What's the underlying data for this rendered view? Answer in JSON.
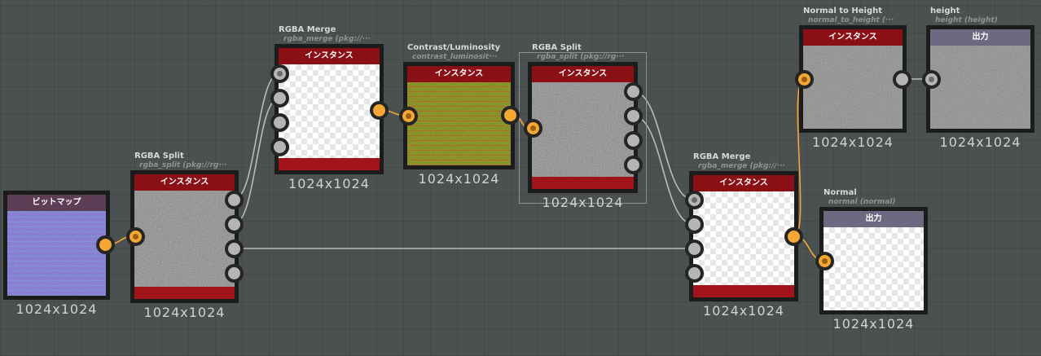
{
  "graph": {
    "nodes": [
      {
        "key": "bitmap",
        "header": "ビットマップ",
        "resolution": "1024x1024",
        "header_color": "#5e3d56",
        "texture": "normal-map"
      },
      {
        "key": "rgba-split-1",
        "title": "RGBA Split",
        "subtitle": "rgba_split (pkg://rg···",
        "header": "インスタンス",
        "resolution": "1024x1024",
        "header_color": "#8a1015",
        "texture": "gray-noise"
      },
      {
        "key": "rgba-merge-1",
        "title": "RGBA Merge",
        "subtitle": "rgba_merge (pkg://···",
        "header": "インスタンス",
        "resolution": "1024x1024",
        "header_color": "#8a1015",
        "texture": "checker"
      },
      {
        "key": "contrast-luminosity",
        "title": "Contrast/Luminosity",
        "subtitle": "contrast_luminosit···",
        "header": "インスタンス",
        "resolution": "1024x1024",
        "header_color": "#8a1015",
        "texture": "green-noise"
      },
      {
        "key": "rgba-split-2",
        "title": "RGBA Split",
        "subtitle": "rgba_split (pkg://rg···",
        "header": "インスタンス",
        "resolution": "1024x1024",
        "header_color": "#8a1015",
        "texture": "gray-noise"
      },
      {
        "key": "rgba-merge-2",
        "title": "RGBA Merge",
        "subtitle": "rgba_merge (pkg://···",
        "header": "インスタンス",
        "resolution": "1024x1024",
        "header_color": "#8a1015",
        "texture": "checker"
      },
      {
        "key": "normal-to-height",
        "title": "Normal to Height",
        "subtitle": "normal_to_height (···",
        "header": "インスタンス",
        "resolution": "1024x1024",
        "header_color": "#8a1015",
        "texture": "height"
      },
      {
        "key": "height-output",
        "title": "height",
        "subtitle": "height (height)",
        "header": "出力",
        "resolution": "1024x1024",
        "header_color": "#6c6a80",
        "texture": "height"
      },
      {
        "key": "normal-output",
        "title": "Normal",
        "subtitle": "normal (normal)",
        "header": "出力",
        "resolution": "1024x1024",
        "header_color": "#6c6a80",
        "texture": "checker"
      }
    ]
  },
  "colors": {
    "accent": "#f5a733",
    "wire": "#b8bcbc",
    "instance": "#8a1015",
    "output": "#6c6a80"
  }
}
